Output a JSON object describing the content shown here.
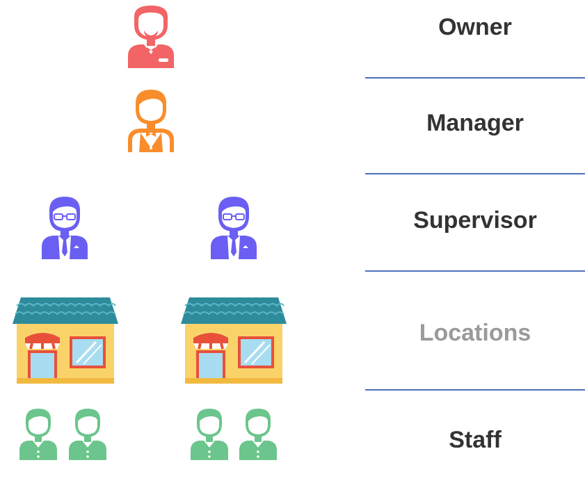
{
  "levels": [
    {
      "id": "owner",
      "label": "Owner",
      "color": "#333333",
      "icon": "owner-icon",
      "icon_color": "#f26466"
    },
    {
      "id": "manager",
      "label": "Manager",
      "color": "#333333",
      "icon": "manager-icon",
      "icon_color": "#f98d2b"
    },
    {
      "id": "supervisor",
      "label": "Supervisor",
      "color": "#333333",
      "icon": "supervisor-icon",
      "icon_color": "#6a5ff2"
    },
    {
      "id": "locations",
      "label": "Locations",
      "color": "#9a9a9a",
      "icon": "store-icon",
      "icon_color": "#f9d36a"
    },
    {
      "id": "staff",
      "label": "Staff",
      "color": "#333333",
      "icon": "staff-icon",
      "icon_color": "#6bc58c"
    }
  ],
  "colors": {
    "divider": "#4a72b8",
    "roof": "#2e8b9c",
    "awning": "#e8503a",
    "window": "#a8dcf0"
  }
}
